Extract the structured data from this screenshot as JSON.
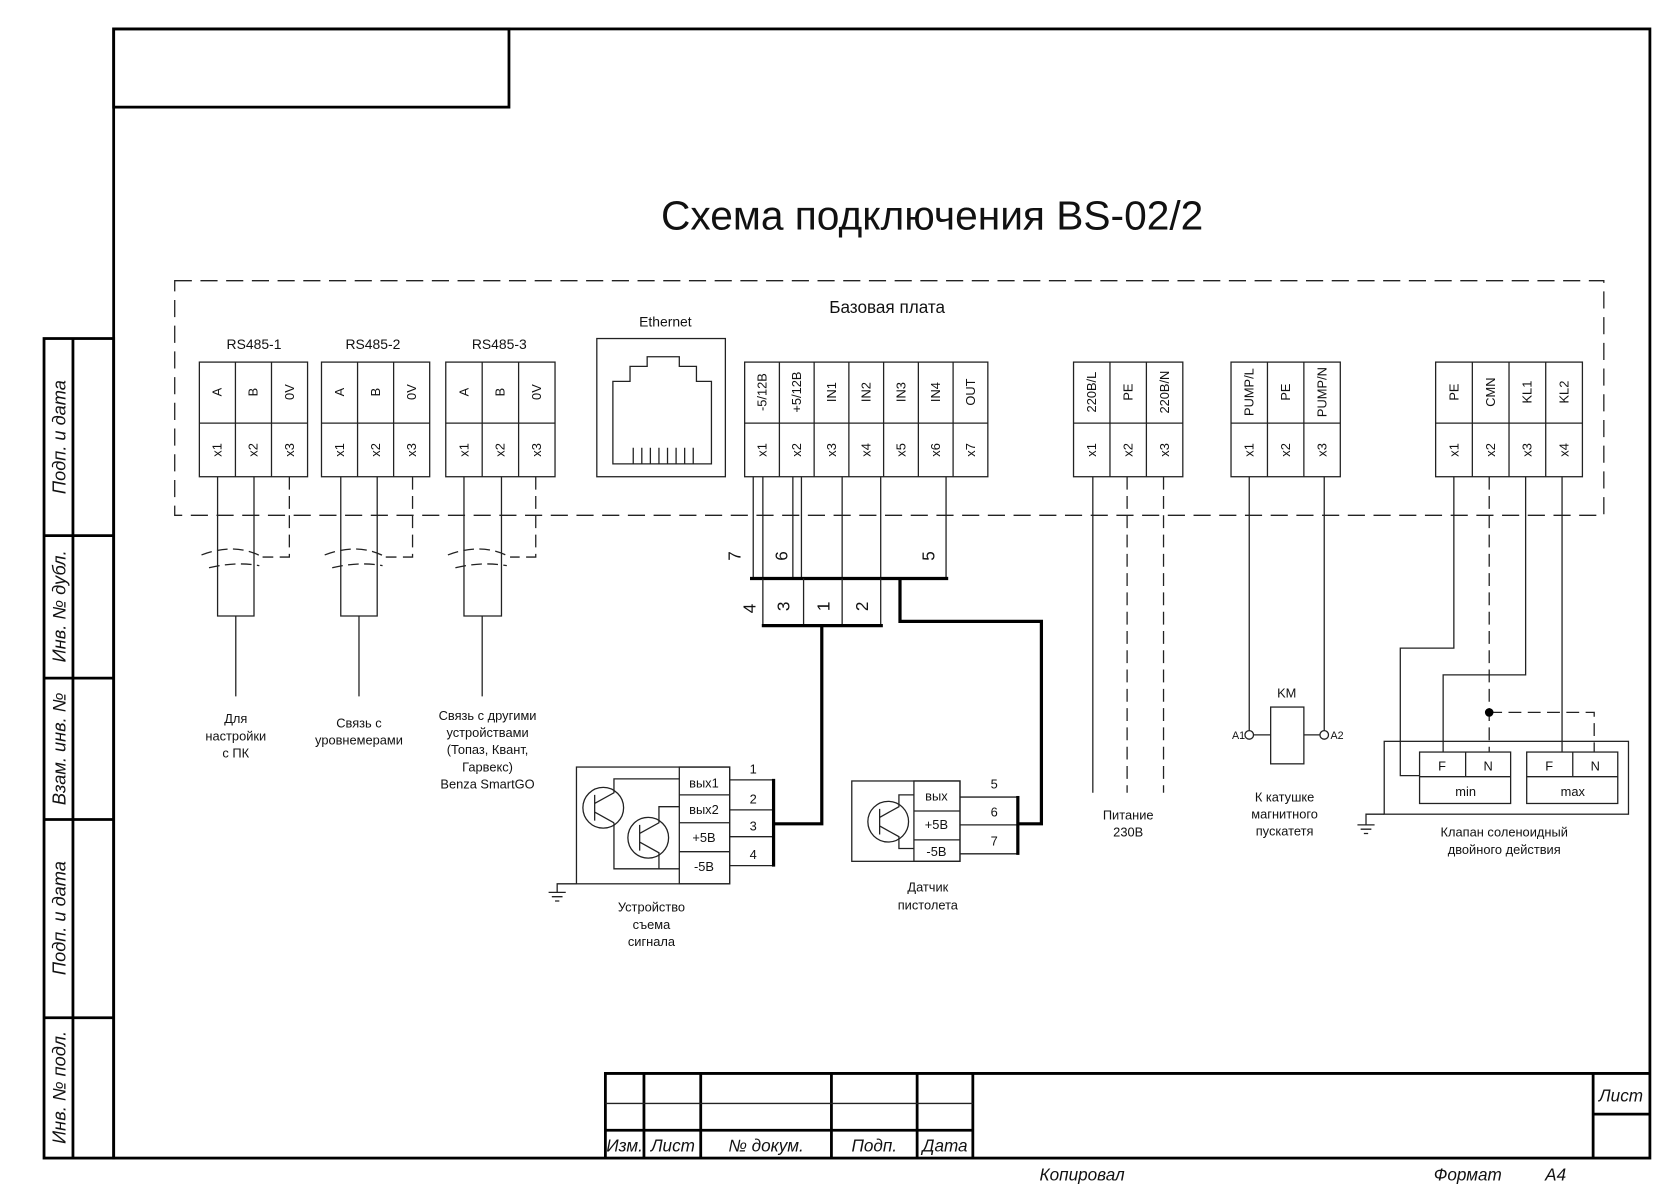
{
  "title": "Схема подключения BS-02/2",
  "board_label": "Базовая плата",
  "side_strip": [
    "Подп. и дата",
    "Инв. № дубл.",
    "Взам. инв. №",
    "Подп. и дата",
    "Инв. № подл."
  ],
  "blocks": [
    {
      "name": "RS485-1",
      "pins": [
        "A",
        "B",
        "0V"
      ],
      "terminals": [
        "x1",
        "x2",
        "x3"
      ]
    },
    {
      "name": "RS485-2",
      "pins": [
        "A",
        "B",
        "0V"
      ],
      "terminals": [
        "x1",
        "x2",
        "x3"
      ]
    },
    {
      "name": "RS485-3",
      "pins": [
        "A",
        "B",
        "0V"
      ],
      "terminals": [
        "x1",
        "x2",
        "x3"
      ]
    },
    {
      "name": "",
      "pins": [
        "-5/12В",
        "+5/12В",
        "IN1",
        "IN2",
        "IN3",
        "IN4",
        "OUT"
      ],
      "terminals": [
        "x1",
        "x2",
        "x3",
        "x4",
        "x5",
        "x6",
        "x7"
      ]
    },
    {
      "name": "",
      "pins": [
        "220В/L",
        "PE",
        "220В/N"
      ],
      "terminals": [
        "x1",
        "x2",
        "x3"
      ]
    },
    {
      "name": "",
      "pins": [
        "PUMP/L",
        "PE",
        "PUMP/N"
      ],
      "terminals": [
        "x1",
        "x2",
        "x3"
      ]
    },
    {
      "name": "",
      "pins": [
        "PE",
        "CMN",
        "KL1",
        "KL2"
      ],
      "terminals": [
        "x1",
        "x2",
        "x3",
        "x4"
      ]
    }
  ],
  "ethernet_label": "Ethernet",
  "rs485_notes": [
    [
      "Для",
      "настройки",
      "с ПК"
    ],
    [
      "Связь с",
      "уровнемерами"
    ],
    [
      "Связь с другими",
      "устройствами",
      "(Топаз, Квант,",
      "Гарвекс)",
      "Benza SmartGO"
    ]
  ],
  "harness": {
    "upper": [
      "7",
      "6",
      "5"
    ],
    "lower": [
      "4",
      "3",
      "1",
      "2"
    ]
  },
  "signal_device": {
    "terminals": [
      "вых1",
      "вых2",
      "+5В",
      "-5В"
    ],
    "wire_numbers": [
      "1",
      "2",
      "3",
      "4"
    ],
    "caption": [
      "Устройство",
      "съема",
      "сигнала"
    ]
  },
  "gun_sensor": {
    "terminals": [
      "вых",
      "+5В",
      "-5В"
    ],
    "wire_numbers": [
      "5",
      "6",
      "7"
    ],
    "caption": [
      "Датчик",
      "пистолета"
    ]
  },
  "power_caption": [
    "Питание",
    "230В"
  ],
  "contactor": {
    "label": "KM",
    "a1": "A1",
    "a2": "A2",
    "caption": [
      "К катушке",
      "магнитного",
      "пускатетя"
    ]
  },
  "valve": {
    "min": {
      "f": "F",
      "n": "N",
      "label": "min"
    },
    "max": {
      "f": "F",
      "n": "N",
      "label": "max"
    },
    "caption": [
      "Клапан соленоидный",
      "двойного действия"
    ]
  },
  "title_block": {
    "headers": [
      "Изм.",
      "Лист",
      "№ докум.",
      "Подп.",
      "Дата"
    ],
    "sheet": "Лист",
    "copied": "Копировал",
    "format_label": "Формат",
    "format_value": "А4"
  }
}
